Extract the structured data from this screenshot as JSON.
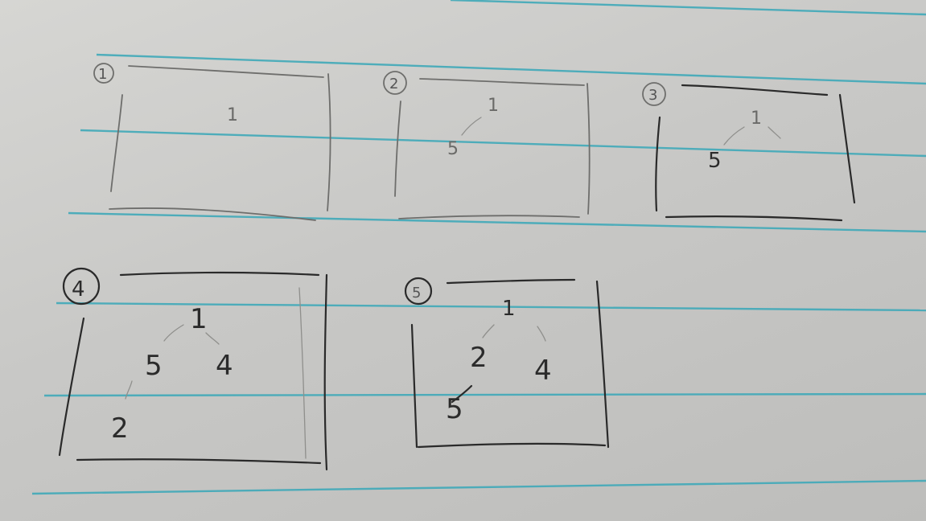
{
  "panels": [
    {
      "number": "1",
      "labels": [
        "1"
      ]
    },
    {
      "number": "2",
      "labels": [
        "1",
        "5"
      ]
    },
    {
      "number": "3",
      "labels": [
        "1",
        "5"
      ]
    },
    {
      "number": "4",
      "labels": [
        "1",
        "5",
        "4",
        "2"
      ]
    },
    {
      "number": "5",
      "labels": [
        "1",
        "2",
        "4",
        "5"
      ]
    }
  ],
  "colors": {
    "paper": "#c9c9c7",
    "rule_lines": "#3fa9b8",
    "pencil": "#6e6e6c",
    "ink": "#2a2a2a"
  }
}
